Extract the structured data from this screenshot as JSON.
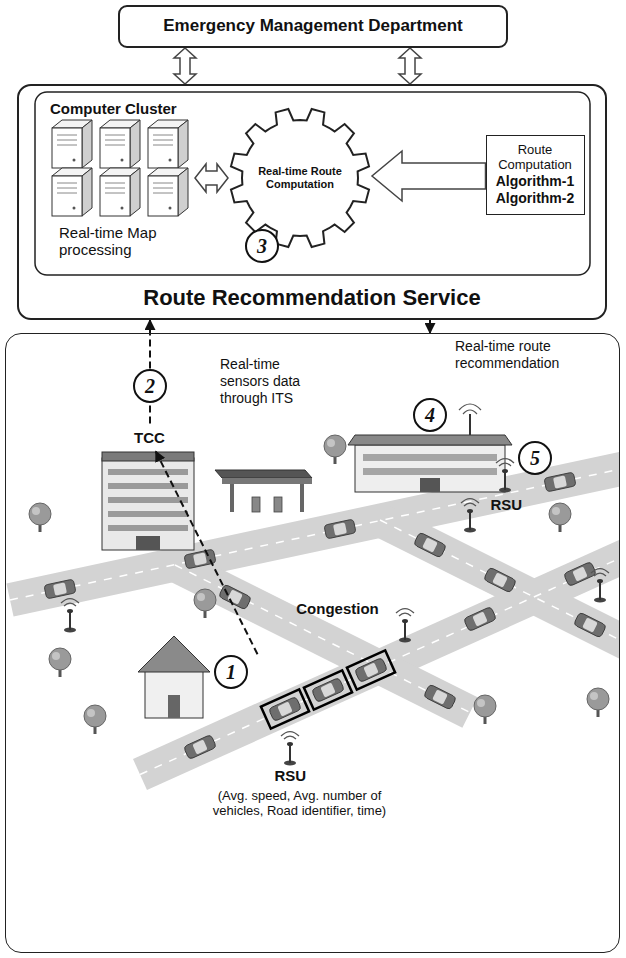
{
  "diagram": {
    "nodes": [
      {
        "text": [
          "Emergency Management Department"
        ]
      },
      {
        "text": [
          "Route Recommendation Service"
        ]
      },
      {
        "text": [
          "Computer Cluster",
          "Real-time Map processing"
        ],
        "in": 1
      },
      {
        "text": [
          "Real-time Route Computation"
        ],
        "in": 1
      },
      {
        "text": [
          "Route Computation",
          "Algorithm-1",
          "Algorithm-2"
        ],
        "in": 1
      },
      {
        "text": [
          "RSU",
          "RSU",
          "(Avg. speed, Avg. number of vehicles, Road identifier, time)"
        ]
      },
      {
        "text": [
          "TCC"
        ],
        "in": 5
      },
      {
        "text": [
          "Congestion"
        ],
        "in": 5
      }
    ],
    "edges": [
      {
        "from": 0,
        "to": 1,
        "arrow": "both"
      },
      {
        "from": 0,
        "to": 1,
        "arrow": "both"
      },
      {
        "from": 2,
        "to": 3,
        "arrow": "both"
      },
      {
        "from": 4,
        "to": 3,
        "arrow": "to"
      },
      {
        "from": 6,
        "to": 1,
        "arrow": "to",
        "label": "Real-time sensors data through ITS"
      },
      {
        "from": 1,
        "to": 5,
        "arrow": "to",
        "label": "Real-time route recommendation"
      },
      {
        "from": 7,
        "to": 6,
        "arrow": "to"
      }
    ],
    "labels": [
      "3",
      "2",
      "4",
      "5",
      "1"
    ]
  }
}
